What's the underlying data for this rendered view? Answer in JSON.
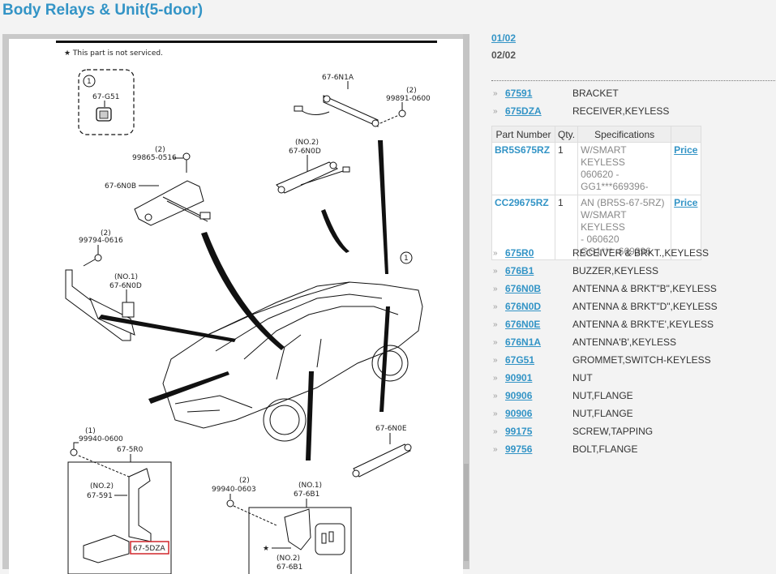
{
  "page": {
    "title": "Body Relays & Unit(5-door)"
  },
  "pagination": {
    "links": [
      {
        "label": "01/02 ",
        "current": false
      },
      {
        "label": "02/02",
        "current": true
      }
    ]
  },
  "parts_top": [
    {
      "code": "67591",
      "description": "BRACKET"
    },
    {
      "code": "675DZA",
      "description": "RECEIVER,KEYLESS"
    }
  ],
  "spec_table": {
    "headers": [
      "Part Number",
      "Qty.",
      "Specifications",
      ""
    ],
    "rows": [
      {
        "part_number": "BR5S675RZ",
        "qty": "1",
        "spec_lines": [
          "W/SMART KEYLESS",
          "060620 -",
          "GG1***669396-"
        ],
        "price_label": "Price"
      },
      {
        "part_number": "CC29675RZ",
        "qty": "1",
        "spec_lines": [
          "AN (BR5S-67-5RZ)",
          "W/SMART KEYLESS",
          "- 060620",
          "GG1*** -669396"
        ],
        "price_label": "Price"
      }
    ]
  },
  "parts_bottom": [
    {
      "code": "675R0",
      "description": "RECEIVER & BRKT.,KEYLESS"
    },
    {
      "code": "676B1",
      "description": "BUZZER,KEYLESS"
    },
    {
      "code": "676N0B",
      "description": "ANTENNA & BRKT\"B\",KEYLESS"
    },
    {
      "code": "676N0D",
      "description": "ANTENNA & BRKT\"D\",KEYLESS"
    },
    {
      "code": "676N0E",
      "description": "ANTENNA & BRKT'E',KEYLESS"
    },
    {
      "code": "676N1A",
      "description": "ANTENNA'B',KEYLESS"
    },
    {
      "code": "67G51",
      "description": "GROMMET,SWITCH-KEYLESS"
    },
    {
      "code": "90901",
      "description": "NUT"
    },
    {
      "code": "90906",
      "description": "NUT,FLANGE"
    },
    {
      "code": "90906",
      "description": "NUT,FLANGE"
    },
    {
      "code": "99175",
      "description": "SCREW,TAPPING"
    },
    {
      "code": "99756",
      "description": "BOLT,FLANGE"
    }
  ],
  "diagram": {
    "note": "★ This part is not serviced.",
    "callouts": {
      "ref1": "1",
      "g51": "67-G51",
      "n1a": "67-6N1A",
      "nut_99891_qty": "(2)",
      "nut_99891": "99891-0600",
      "screw_99865_qty": "(2)",
      "screw_99865": "99865-0516",
      "n0b": "67-6N0B",
      "n0d_no2_tag": "(NO.2)",
      "n0d_no2": "67-6N0D",
      "bolt_99794_qty": "(2)",
      "bolt_99794": "99794-0616",
      "n0d_no1_tag": "(NO.1)",
      "n0d_no1": "67-6N0D",
      "n0e": "67-6N0E",
      "nut_99940a_qty": "(1)",
      "nut_99940a": "99940-0600",
      "r0": "67-5R0",
      "b591_tag": "(NO.2)",
      "b591": "67-591",
      "dza": "67-5DZA",
      "nut_99940b_qty": "(2)",
      "nut_99940b": "99940-0603",
      "b1_no1_tag": "(NO.1)",
      "b1_no1": "67-6B1",
      "b1_no2_tag": "(NO.2)",
      "b1_no2": "67-6B1",
      "star": "★"
    },
    "highlight_color": "#d0262b"
  }
}
